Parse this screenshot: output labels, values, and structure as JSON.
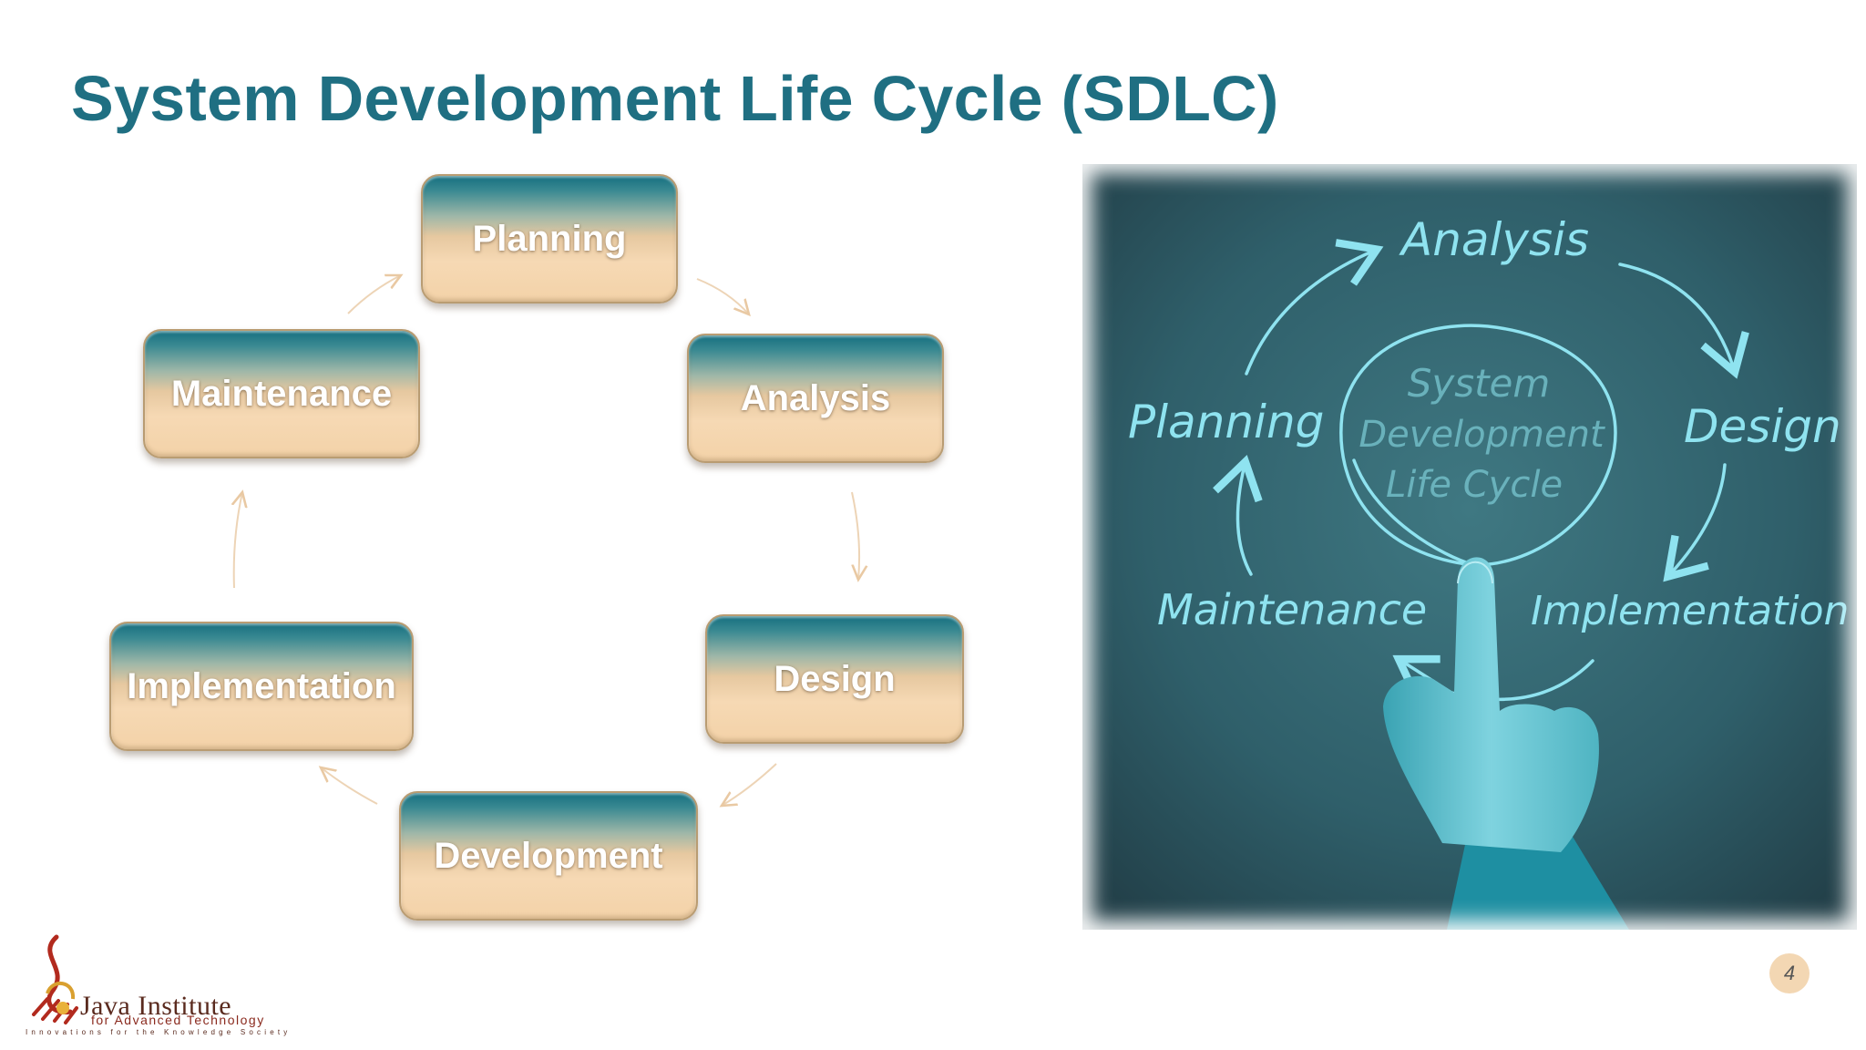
{
  "slide": {
    "title": "System Development Life Cycle (SDLC)",
    "page_number": "4"
  },
  "cycle": {
    "stages": [
      "Planning",
      "Analysis",
      "Design",
      "Development",
      "Implementation",
      "Maintenance"
    ]
  },
  "photo": {
    "center_text": [
      "System",
      "Development",
      "Life Cycle"
    ],
    "labels": [
      "Analysis",
      "Design",
      "Implementation",
      "Maintenance",
      "Planning"
    ]
  },
  "logo": {
    "name": "Java Institute",
    "subtitle": "for Advanced Technology",
    "tagline": "Innovations for the Knowledge Society"
  },
  "colors": {
    "title": "#1f6f82",
    "photo_background": "#2f5f6a",
    "chalk": "#8fe3f0",
    "stage_top": "#166f80",
    "stage_bottom": "#f6d9b4"
  }
}
